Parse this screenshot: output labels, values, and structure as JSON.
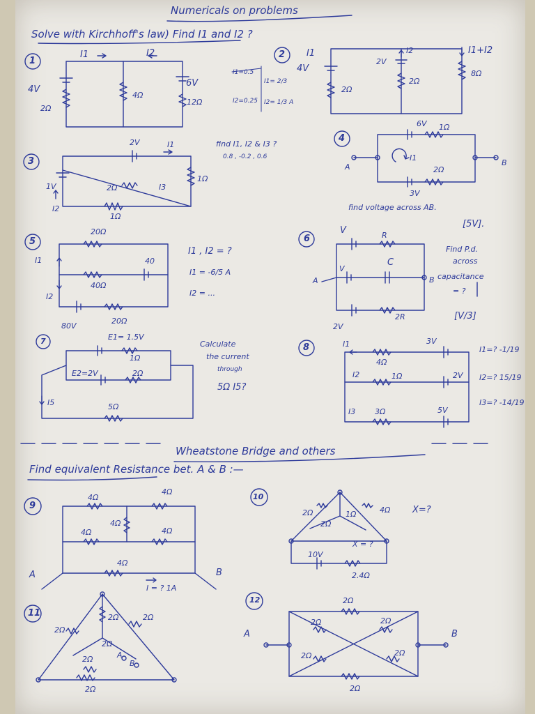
{
  "header": {
    "title": "Numericals on problems",
    "instruction": "Solve with Kirchhoff's law) Find I1 and I2 ?"
  },
  "p1": {
    "num": "1",
    "i1": "I1",
    "i2": "I2",
    "v1": "4V",
    "r1": "2Ω",
    "r2": "4Ω",
    "v2": "6V",
    "r3": "12Ω",
    "ans": [
      "I1=0.5",
      "I2=0.25",
      "I1= 2/3",
      "I2= 1/3 A"
    ]
  },
  "p2": {
    "num": "2",
    "i1": "I1",
    "v1": "4V",
    "r1": "2Ω",
    "v2": "2V",
    "i2": "I2",
    "r2": "2Ω",
    "i3": "I1+I2",
    "r3": "8Ω"
  },
  "p3": {
    "num": "3",
    "v1": "2V",
    "i1": "I1",
    "v2": "1V",
    "r1": "2Ω",
    "i3": "I3",
    "r2": "1Ω",
    "i2": "I2",
    "r3": "1Ω",
    "q": "find I1, I2 & I3 ?",
    "ans": "0.8 , -0.2 , 0.6"
  },
  "p4": {
    "num": "4",
    "v1": "6V",
    "r1": "1Ω",
    "i1": "I1",
    "a": "A",
    "r2": "2Ω",
    "b": "B",
    "v2": "3V",
    "q": "find voltage across AB.",
    "ans": "[5V]."
  },
  "p5": {
    "num": "5",
    "r1": "20Ω",
    "i1": "I1",
    "r2": "40Ω",
    "v1": "40",
    "i2": "I2",
    "v2": "80V",
    "r3": "20Ω",
    "q": "I1 , I2 = ?",
    "ans1": "I1 = -6/5 A",
    "ans2": "I2 = ..."
  },
  "p6": {
    "num": "6",
    "v1": "V",
    "r1": "R",
    "v2": "V",
    "c": "C",
    "a": "A",
    "b": "B",
    "r2": "2R",
    "v3": "2V",
    "q": [
      "Find P.d.",
      "across",
      "capacitance",
      "= ?"
    ],
    "ans": "[V/3]"
  },
  "p7": {
    "num": "7",
    "e1": "E1= 1.5V",
    "r1": "1Ω",
    "e2": "E2=2V",
    "r2": "2Ω",
    "i5": "I5",
    "r3": "5Ω",
    "q": [
      "Calculate",
      "the current",
      "through",
      "5Ω   I5?"
    ]
  },
  "p8": {
    "num": "8",
    "i1": "I1",
    "r1": "4Ω",
    "v1": "3V",
    "i2": "I2",
    "r2": "1Ω",
    "v2": "2V",
    "i3": "I3",
    "r3": "3Ω",
    "v3": "5V",
    "ans": [
      "I1=? -1/19",
      "I2=? 15/19",
      "I3=? -14/19"
    ]
  },
  "section2": {
    "title": "Wheatstone Bridge and others",
    "instruction": "Find equivalent Resistance bet. A & B :—"
  },
  "p9": {
    "num": "9",
    "r1": "4Ω",
    "r2": "4Ω",
    "r3": "4Ω",
    "r4": "4Ω",
    "r5": "4Ω",
    "r6": "4Ω",
    "a": "A",
    "b": "B",
    "i": "I = ? 1A"
  },
  "p10": {
    "num": "10",
    "r1": "2Ω",
    "r2": "1Ω",
    "r3": "2Ω",
    "r4": "4Ω",
    "x": "X=?",
    "x2": "X = ?",
    "v": "10V",
    "r5": "2.4Ω"
  },
  "p11": {
    "num": "11",
    "r1": "2Ω",
    "r2": "2Ω",
    "r3": "2Ω",
    "r4": "2Ω",
    "r5": "2Ω",
    "r6": "2Ω",
    "a": "A",
    "b": "B"
  },
  "p12": {
    "num": "12",
    "r1": "2Ω",
    "r2": "2Ω",
    "r3": "2Ω",
    "r4": "2Ω",
    "r5": "2Ω",
    "r6": "2Ω",
    "a": "A",
    "b": "B"
  },
  "colors": {
    "ink": "#2d3a9a",
    "paper": "#ebe9e4",
    "background": "#cfc8b3"
  }
}
